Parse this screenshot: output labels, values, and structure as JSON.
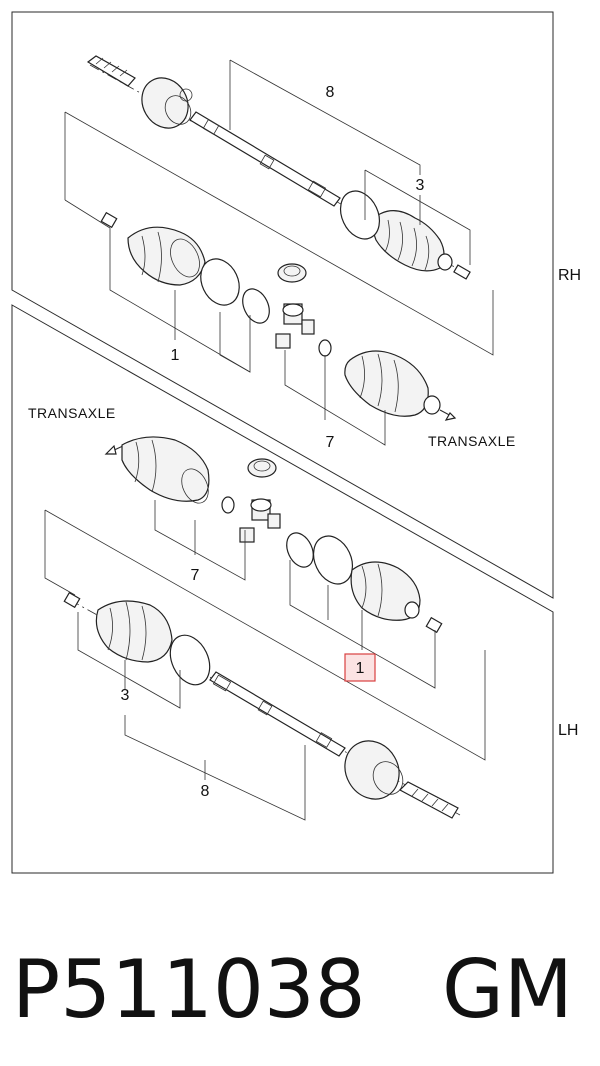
{
  "sections": {
    "rh": {
      "label": "RH"
    },
    "lh": {
      "label": "LH"
    }
  },
  "rh_callouts": {
    "c8": "8",
    "c3": "3",
    "c1": "1",
    "c7": "7"
  },
  "lh_callouts": {
    "c7": "7",
    "c1": "1",
    "c3": "3",
    "c8": "8"
  },
  "transaxle": {
    "rh": "TRANSAXLE",
    "lh": "TRANSAXLE"
  },
  "highlight_color": "#d94040",
  "part_number": "P511038",
  "brand": "GM"
}
